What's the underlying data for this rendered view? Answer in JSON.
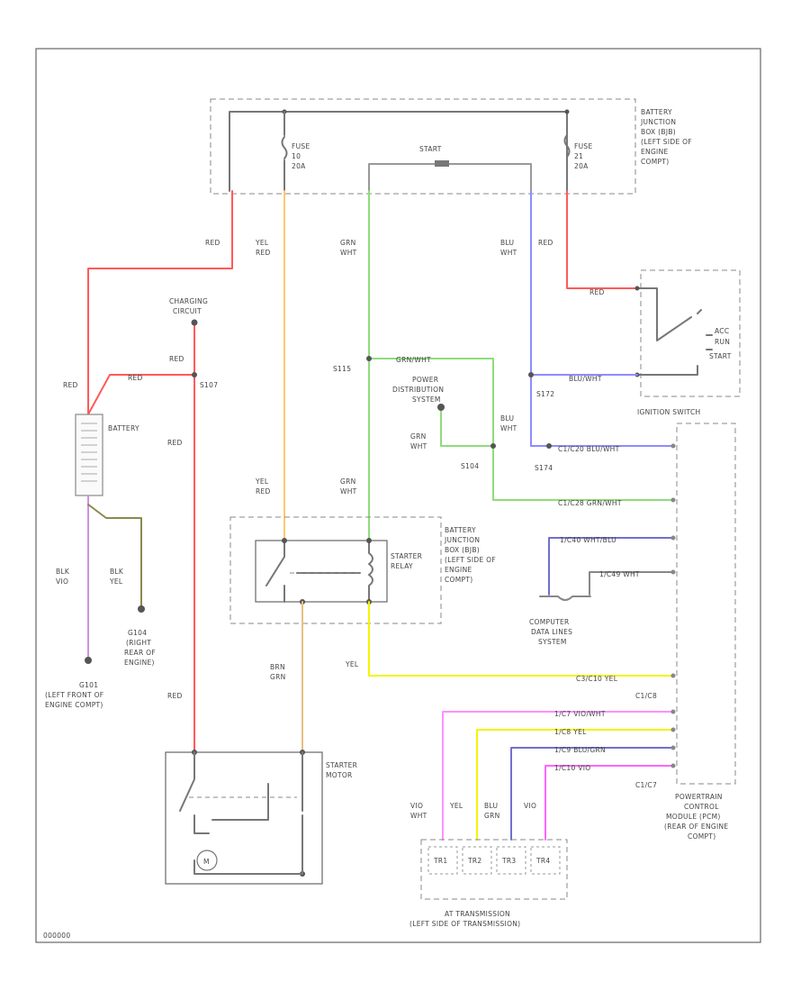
{
  "colors": {
    "red": "#ff5a5a",
    "yellow_red": "#ffc870",
    "green_white": "#8fdc7a",
    "blue_white": "#8c8cff",
    "purple": "#d090e0",
    "black_yellow": "#8a8a50",
    "green_orange": "#e8c080",
    "yellow": "#f4f400",
    "gray": "#888888",
    "magenta": "#ff66ff",
    "violet": "#7070d0",
    "pink": "#ff90ff"
  },
  "labels": {
    "bjb_top": [
      "BATTERY",
      "JUNCTION",
      "BOX (BJB)",
      "(LEFT SIDE OF",
      "ENGINE",
      "COMPT)"
    ],
    "fuse_left": [
      "FUSE",
      "10",
      "20A"
    ],
    "fuse_right": [
      "FUSE",
      "21",
      "20A"
    ],
    "start": "START",
    "red_1": "RED",
    "yel_red_1": [
      "YEL",
      "RED"
    ],
    "grn_wht_1": [
      "GRN",
      "WHT"
    ],
    "blu_wht_1": [
      "BLU",
      "WHT"
    ],
    "red_2": "RED",
    "red_3": "RED",
    "charging": [
      "CHARGING",
      "CIRCUIT"
    ],
    "red_4": "RED",
    "red_5": "RED",
    "red_6": "RED",
    "s107": "S107",
    "s115": "S115",
    "grn_wht_2": "GRN/WHT",
    "power_dist": [
      "POWER",
      "DISTRIBUTION",
      "SYSTEM"
    ],
    "blu_wht_2": "BLU/WHT",
    "s172": "S172",
    "ignition_switch": "IGNITION SWITCH",
    "ign_pos": [
      "ACC",
      "RUN",
      "START"
    ],
    "battery": "BATTERY",
    "red_7": "RED",
    "grn_wht_3": [
      "GRN",
      "WHT"
    ],
    "s104": "S104",
    "blu_wht_3": [
      "BLU",
      "WHT"
    ],
    "s174": "S174",
    "c1": "C1/C20 BLU/WHT",
    "c2": "C1/C28 GRN/WHT",
    "yel_red_2": [
      "YEL",
      "RED"
    ],
    "grn_wht_4": [
      "GRN",
      "WHT"
    ],
    "bjb_mid": [
      "BATTERY",
      "JUNCTION",
      "BOX (BJB)",
      "(LEFT SIDE OF",
      "ENGINE",
      "COMPT)"
    ],
    "starter_relay": [
      "STARTER",
      "RELAY"
    ],
    "c3": "1/C40 WHT/BLU",
    "c4": "1/C49 WHT",
    "computer_data": [
      "COMPUTER",
      "DATA LINES",
      "SYSTEM"
    ],
    "blk_vio": [
      "BLK",
      "VIO"
    ],
    "blk_yel": [
      "BLK",
      "YEL"
    ],
    "g104": [
      "G104",
      "(RIGHT",
      "REAR OF",
      "ENGINE)"
    ],
    "g101": [
      "G101",
      "(LEFT FRONT OF",
      "ENGINE COMPT)"
    ],
    "brn_grn": [
      "BRN",
      "GRN"
    ],
    "yel": "YEL",
    "c5": "C3/C10 YEL",
    "c6": "C1/C8",
    "red_8": "RED",
    "c7": "1/C7 VIO/WHT",
    "c8": "1/C8 YEL",
    "c9": "1/C9 BLU/GRN",
    "c10": "1/C10 VIO",
    "c11": "C1/C7",
    "starter_motor": [
      "STARTER",
      "MOTOR"
    ],
    "pcm": [
      "POWERTRAIN",
      "CONTROL",
      "MODULE (PCM)",
      "(REAR OF ENGINE",
      "COMPT)"
    ],
    "vio_wht": [
      "VIO",
      "WHT"
    ],
    "yel_2": "YEL",
    "blu_grn": [
      "BLU",
      "GRN"
    ],
    "vio": "VIO",
    "tr": [
      "TR1",
      "TR2",
      "TR3",
      "TR4"
    ],
    "transmission": [
      "AT TRANSMISSION",
      "(LEFT SIDE OF TRANSMISSION)"
    ],
    "motor_m": "M",
    "fig_id": "000000"
  }
}
